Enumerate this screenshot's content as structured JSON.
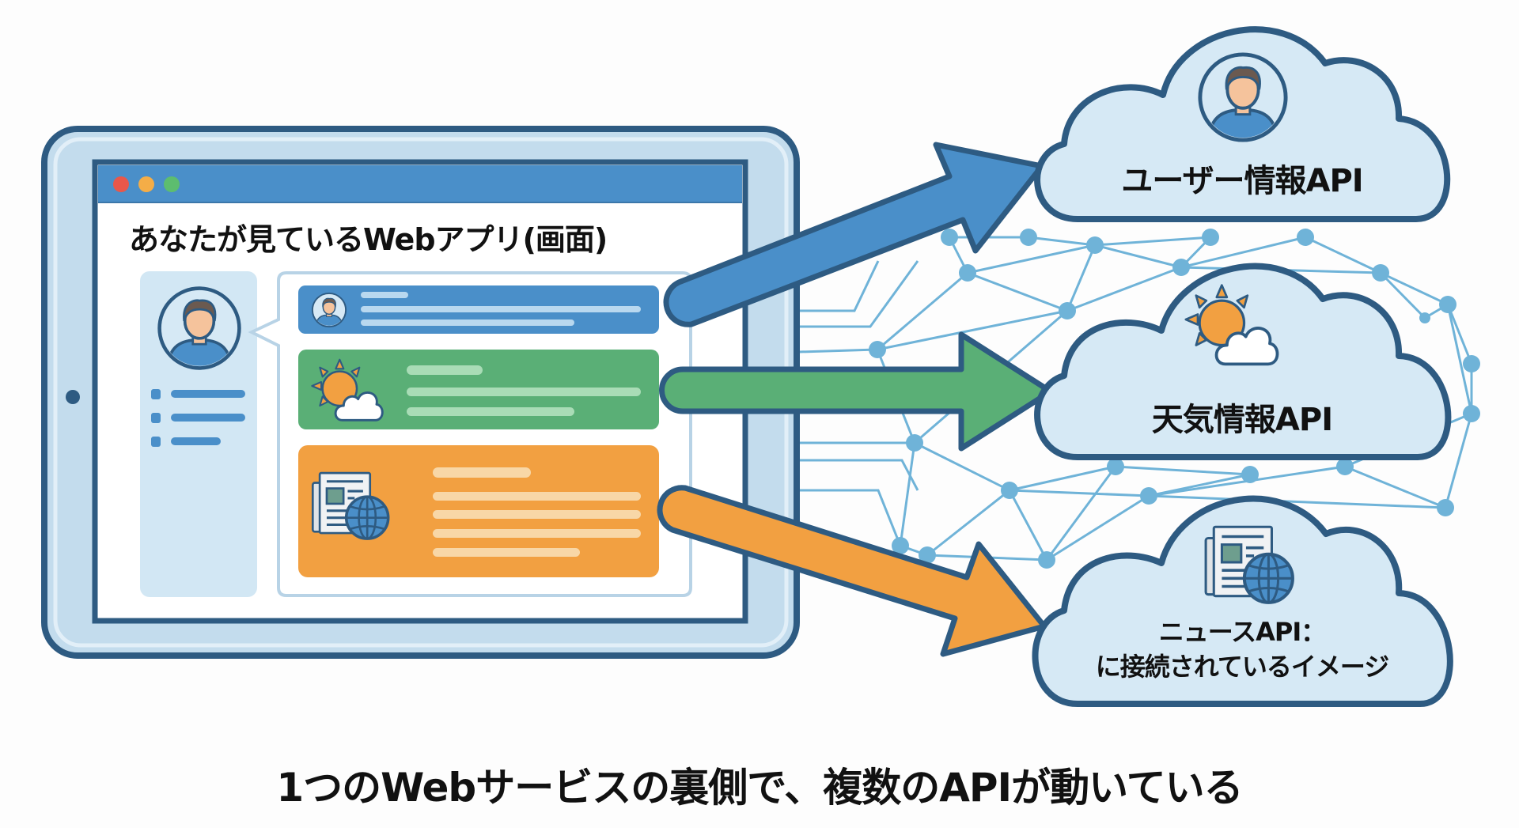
{
  "diagram": {
    "caption": "1つのWebサービスの裏側で、複数のAPIが動いている",
    "device": {
      "app_title": "あなたが見ているWebアプリ(画面)",
      "window_dots": [
        {
          "name": "close",
          "color": "#e8574a"
        },
        {
          "name": "minimize",
          "color": "#f4ad47"
        },
        {
          "name": "maximize",
          "color": "#5dbd6f"
        }
      ],
      "sidebar": {
        "avatar_icon": "user-avatar-icon",
        "list_items": 3
      },
      "cards": [
        {
          "name": "user-card",
          "icon": "user-avatar-icon",
          "color": "#4a8fc9",
          "text_lines": 3
        },
        {
          "name": "weather-card",
          "icon": "sun-cloud-icon",
          "color": "#5aaf76",
          "text_lines": 3
        },
        {
          "name": "news-card",
          "icon": "newspaper-globe-icon",
          "color": "#f2a041",
          "text_lines": 5
        }
      ]
    },
    "apis": [
      {
        "name": "user-api",
        "label": "ユーザー情報API",
        "icon": "user-avatar-icon",
        "arrow_color": "#4a8fc9"
      },
      {
        "name": "weather-api",
        "label": "天気情報API",
        "icon": "sun-cloud-icon",
        "arrow_color": "#5aaf76"
      },
      {
        "name": "news-api",
        "label_lines": [
          "ニュースAPI：",
          "に接続されているイメージ"
        ],
        "icon": "newspaper-globe-icon",
        "arrow_color": "#f2a041"
      }
    ],
    "colors": {
      "outline": "#2e5b82",
      "device_frame": "#c3dced",
      "cloud_fill": "#d6e9f5",
      "network": "#6fb3d8",
      "panel": "#d2e7f4"
    }
  }
}
